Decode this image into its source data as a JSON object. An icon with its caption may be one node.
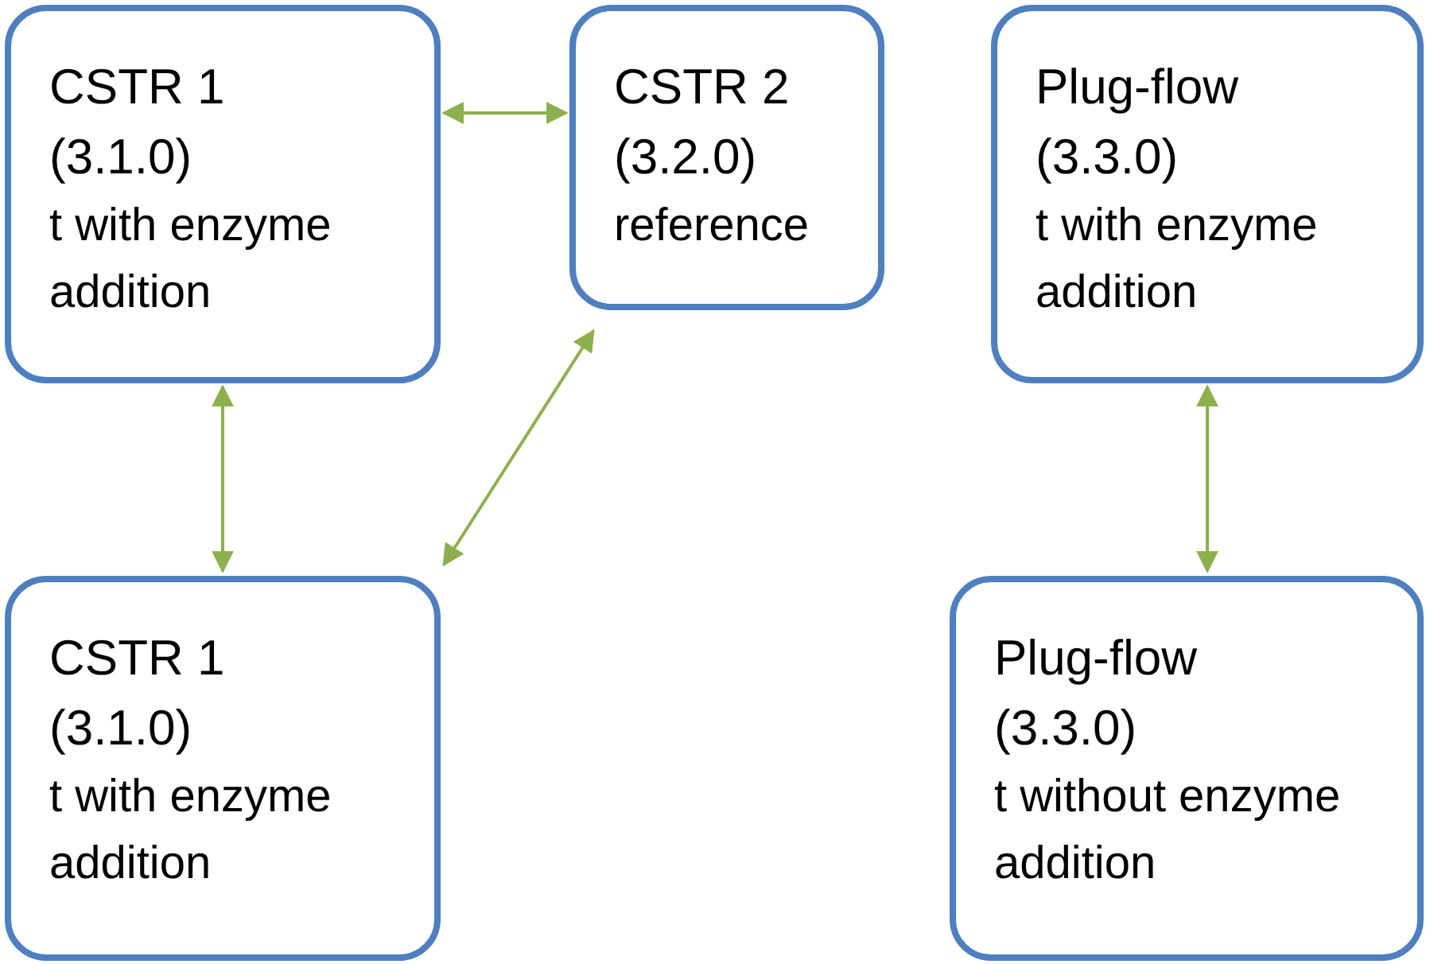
{
  "diagram": {
    "nodes": [
      {
        "text": [
          "CSTR 1",
          "(3.1.0)",
          "t with enzyme addition"
        ]
      },
      {
        "text": [
          "CSTR 2",
          "(3.2.0)",
          "reference"
        ]
      },
      {
        "text": [
          "Plug-flow",
          "(3.3.0)",
          "t with enzyme addition"
        ]
      },
      {
        "text": [
          "CSTR 1",
          "(3.1.0)",
          "t with enzyme addition"
        ]
      },
      {
        "text": [
          "Plug-flow",
          "(3.3.0)",
          "t without enzyme addition"
        ]
      }
    ],
    "edges": [
      {
        "from": 0,
        "to": 1,
        "arrow": "both"
      },
      {
        "from": 0,
        "to": 3,
        "arrow": "both"
      },
      {
        "from": 1,
        "to": 3,
        "arrow": "both"
      },
      {
        "from": 2,
        "to": 4,
        "arrow": "both"
      }
    ]
  }
}
